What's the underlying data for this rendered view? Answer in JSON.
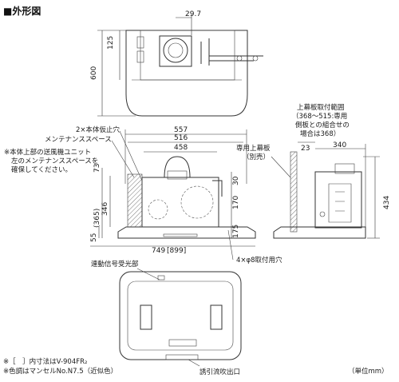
{
  "title": "■外形図",
  "top_view": {
    "dims": {
      "offset": "29.7",
      "left": "125",
      "height": "600"
    }
  },
  "front_view": {
    "callout_stoppers": "2×本体仮止穴",
    "callout_maintenance": "メンテナンススペース",
    "note_lines": [
      "※本体上部の送風機ユニット",
      "左のメンテナンススペースを",
      "確保してください。"
    ],
    "widths": {
      "overall_top": "557",
      "inner": "516",
      "mid": "458",
      "bottom": "749",
      "bottom_alt": "[899]"
    },
    "heights": {
      "left_top": "73",
      "left_paren": "(365)",
      "left_mid": "346",
      "left_bottom": "55",
      "right_top": "30",
      "right_mid": "170",
      "right_bottom": "175"
    },
    "callout_holes": "4×φ8取付用穴"
  },
  "side_view": {
    "header_lines": [
      "上幕板取付範囲",
      "（368～515:専用",
      "側板との組合せの",
      "場合は368）"
    ],
    "label_panel_lines": [
      "専用上幕板",
      "（別売）"
    ],
    "dims": {
      "gap": "23",
      "depth": "340",
      "height": "434"
    }
  },
  "bottom_view": {
    "label_signal": "連動信号受光部",
    "label_inlet": "誘引流吹出口"
  },
  "footnotes": [
    "※［　］内寸法はV-904FR₂",
    "※色調はマンセルNo.N7.5（近似色）"
  ],
  "unit": "（単位mm）"
}
